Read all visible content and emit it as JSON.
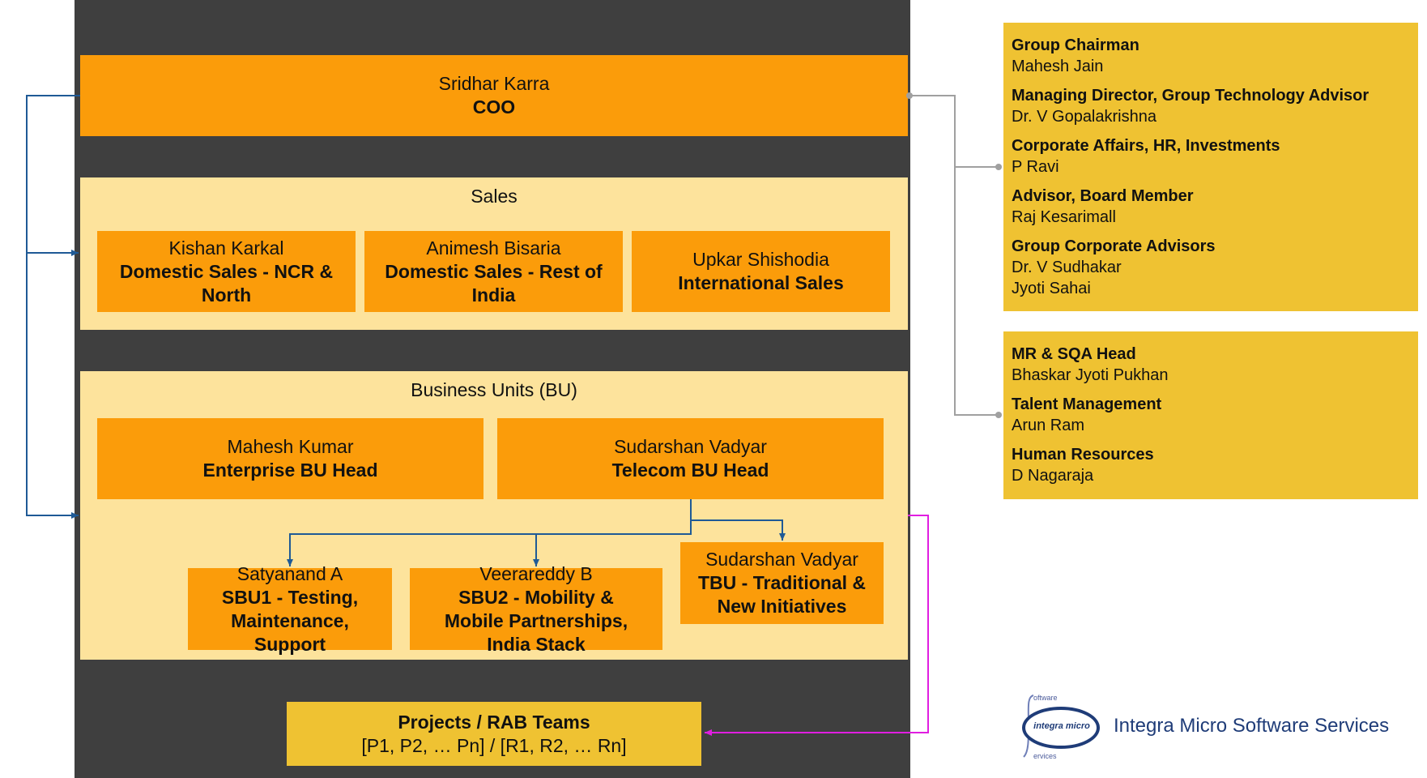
{
  "coo": {
    "name": "Sridhar Karra",
    "title": "COO"
  },
  "sales": {
    "heading": "Sales",
    "members": [
      {
        "name": "Kishan Karkal",
        "title": "Domestic Sales - NCR & North"
      },
      {
        "name": "Animesh Bisaria",
        "title": "Domestic Sales - Rest of India"
      },
      {
        "name": "Upkar Shishodia",
        "title": "International Sales"
      }
    ]
  },
  "business_units": {
    "heading": "Business Units (BU)",
    "heads": [
      {
        "name": "Mahesh Kumar",
        "title": "Enterprise BU Head"
      },
      {
        "name": "Sudarshan Vadyar",
        "title": "Telecom BU Head"
      }
    ],
    "sub_units": [
      {
        "name": "Satyanand A",
        "title": "SBU1 - Testing, Maintenance, Support"
      },
      {
        "name": "Veerareddy B",
        "title": "SBU2 - Mobility & Mobile Partnerships, India Stack"
      },
      {
        "name": "Sudarshan Vadyar",
        "title": "TBU - Traditional & New Initiatives"
      }
    ]
  },
  "projects": {
    "title": "Projects / RAB Teams",
    "subtitle": "[P1, P2, … Pn] / [R1, R2, … Rn]"
  },
  "board": [
    {
      "title": "Group Chairman",
      "names": [
        "Mahesh Jain"
      ]
    },
    {
      "title": "Managing Director, Group Technology Advisor",
      "names": [
        "Dr. V Gopalakrishna"
      ]
    },
    {
      "title": "Corporate Affairs, HR, Investments",
      "names": [
        "P Ravi"
      ]
    },
    {
      "title": "Advisor, Board Member",
      "names": [
        "Raj Kesarimall"
      ]
    },
    {
      "title": "Group Corporate Advisors",
      "names": [
        "Dr. V Sudhakar",
        "Jyoti Sahai"
      ]
    }
  ],
  "support": [
    {
      "title": "MR & SQA Head",
      "names": [
        "Bhaskar Jyoti Pukhan"
      ]
    },
    {
      "title": "Talent Management",
      "names": [
        "Arun Ram"
      ]
    },
    {
      "title": "Human Resources",
      "names": [
        "D Nagaraja"
      ]
    }
  ],
  "logo": {
    "line1": "oftware",
    "main": "integra micro",
    "line3": "ervices"
  },
  "company_name": "Integra Micro Software Services",
  "colors": {
    "dark_bg": "#3f3f3f",
    "orange": "#fb9c0a",
    "panel": "#fde39c",
    "gold": "#efc232",
    "blue_connector": "#1f5a96",
    "gray_connector": "#a0a0a0",
    "magenta_connector": "#e11ee1"
  }
}
